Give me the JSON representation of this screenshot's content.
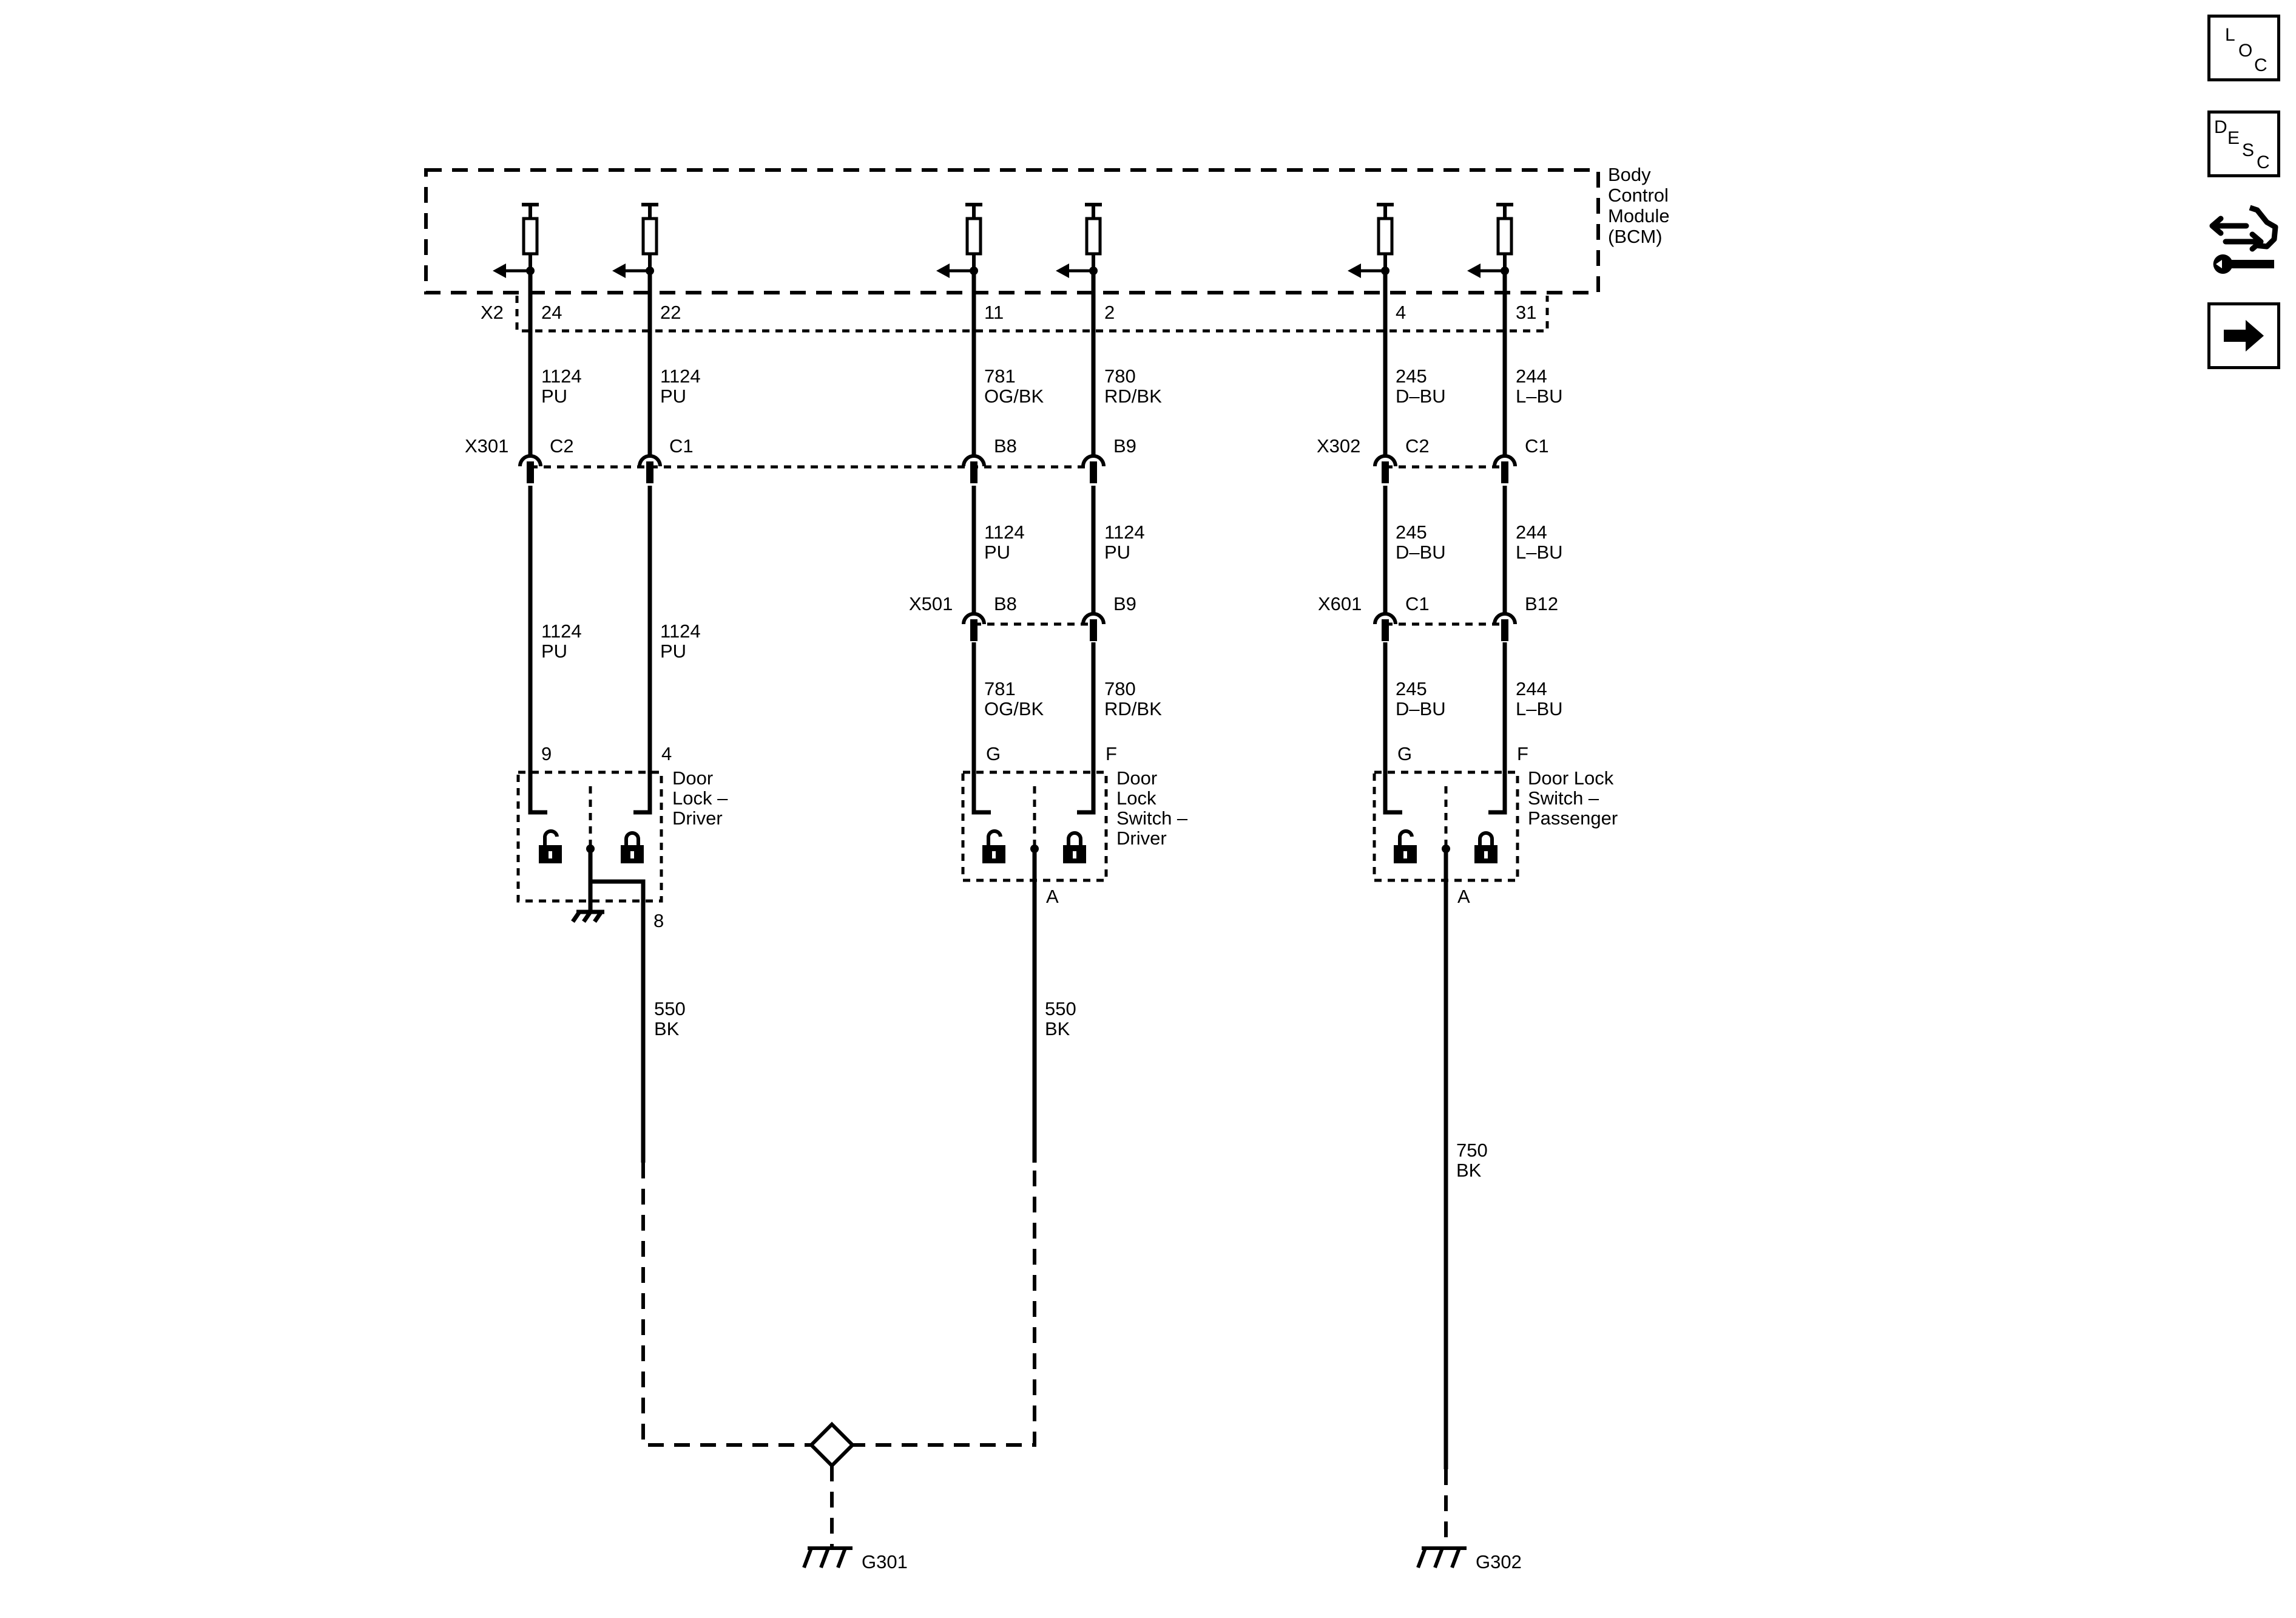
{
  "module": {
    "name_lines": [
      "Body",
      "Control",
      "Module",
      "(BCM)"
    ],
    "connector": "X2"
  },
  "bcm_pins": [
    {
      "pin": "24",
      "circuit": "1124",
      "color": "PU"
    },
    {
      "pin": "22",
      "circuit": "1124",
      "color": "PU"
    },
    {
      "pin": "11",
      "circuit": "781",
      "color": "OG/BK"
    },
    {
      "pin": "2",
      "circuit": "780",
      "color": "RD/BK"
    },
    {
      "pin": "4",
      "circuit": "245",
      "color": "D–BU"
    },
    {
      "pin": "31",
      "circuit": "244",
      "color": "L–BU"
    }
  ],
  "inline_connectors": [
    {
      "name": "X301",
      "pins": [
        "C2",
        "C1",
        "B8",
        "B9"
      ]
    },
    {
      "name": "X302",
      "pins": [
        "C2",
        "C1"
      ]
    },
    {
      "name": "X501",
      "pins": [
        "B8",
        "B9"
      ]
    },
    {
      "name": "X601",
      "pins": [
        "C1",
        "B12"
      ]
    }
  ],
  "mid_wires": [
    {
      "circuit": "1124",
      "color": "PU"
    },
    {
      "circuit": "1124",
      "color": "PU"
    },
    {
      "circuit": "1124",
      "color": "PU"
    },
    {
      "circuit": "1124",
      "color": "PU"
    },
    {
      "circuit": "245",
      "color": "D–BU"
    },
    {
      "circuit": "244",
      "color": "L–BU"
    }
  ],
  "low_wires": [
    {
      "circuit": "781",
      "color": "OG/BK"
    },
    {
      "circuit": "780",
      "color": "RD/BK"
    },
    {
      "circuit": "245",
      "color": "D–BU"
    },
    {
      "circuit": "244",
      "color": "L–BU"
    }
  ],
  "components": [
    {
      "name_lines": [
        "Door",
        "Lock –",
        "Driver"
      ],
      "pins": [
        "9",
        "4"
      ],
      "ground_pin": "8"
    },
    {
      "name_lines": [
        "Door",
        "Lock",
        "Switch –",
        "Driver"
      ],
      "pins": [
        "G",
        "F"
      ],
      "ground_pin": "A"
    },
    {
      "name_lines": [
        "Door Lock",
        "Switch –",
        "Passenger"
      ],
      "pins": [
        "G",
        "F"
      ],
      "ground_pin": "A"
    }
  ],
  "ground_wires": [
    {
      "circuit": "550",
      "color": "BK"
    },
    {
      "circuit": "550",
      "color": "BK"
    },
    {
      "circuit": "750",
      "color": "BK"
    }
  ],
  "grounds": [
    "G301",
    "G302"
  ],
  "nav_icons": [
    {
      "name": "location-icon",
      "letters": [
        "L",
        "O",
        "C"
      ]
    },
    {
      "name": "description-icon",
      "letters": [
        "D",
        "E",
        "S",
        "C"
      ]
    },
    {
      "name": "diagnostic-wrench-icon"
    },
    {
      "name": "next-arrow-icon"
    }
  ]
}
